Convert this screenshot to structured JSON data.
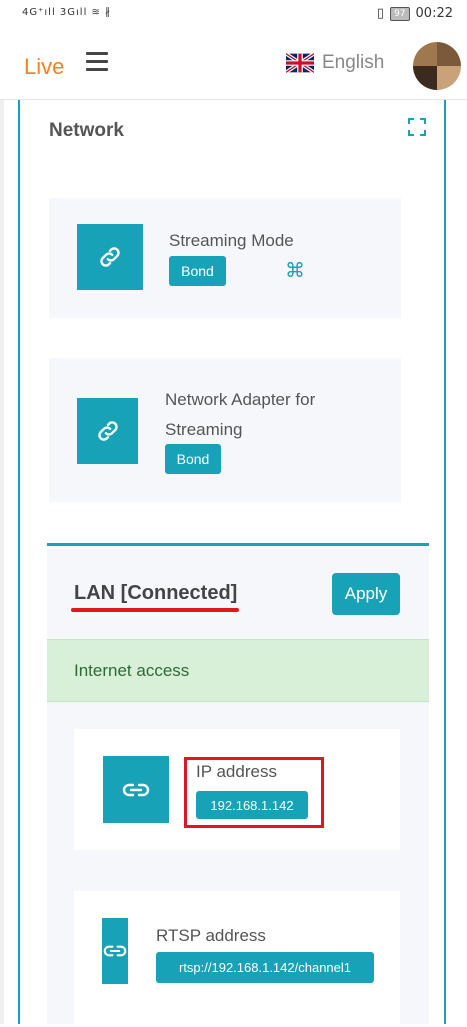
{
  "status_bar": {
    "left_text": "4G⁺ıll 3Gıll ≋ ∦",
    "right_vibrate": "▯",
    "battery": "97",
    "time": "00:22"
  },
  "header": {
    "brand": "Live",
    "language": "English"
  },
  "section": {
    "title": "Network"
  },
  "streaming_mode": {
    "label": "Streaming Mode",
    "badge": "Bond",
    "extra_glyph": "⌘"
  },
  "network_adapter": {
    "label_line1": "Network Adapter for",
    "label_line2": "Streaming",
    "badge": "Bond"
  },
  "lan": {
    "title": "LAN [Connected]",
    "apply_label": "Apply",
    "alert_text": "Internet access",
    "ip": {
      "label": "IP address",
      "value": "192.168.1.142"
    },
    "rtsp": {
      "label": "RTSP address",
      "value": "rtsp://192.168.1.142/channel1"
    }
  },
  "colors": {
    "accent": "#17a2b8",
    "brand": "#f5821f",
    "highlight": "#e0171e",
    "success_bg": "#d9f0d8"
  }
}
